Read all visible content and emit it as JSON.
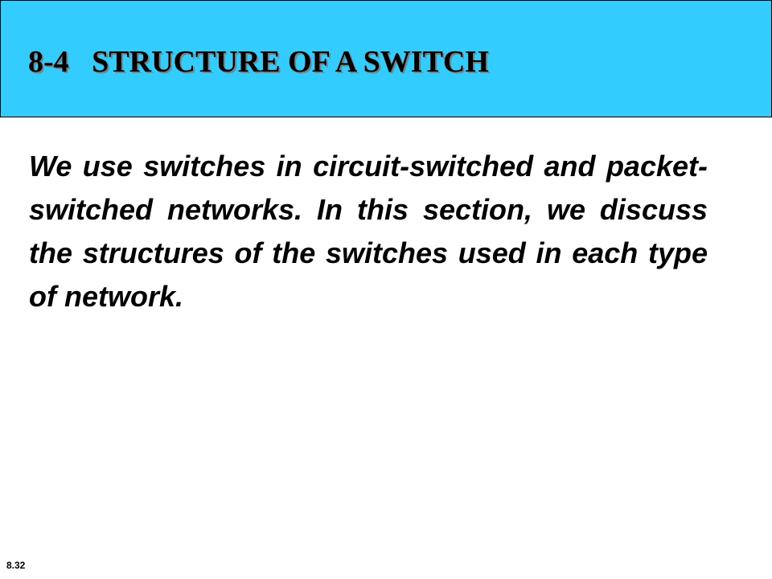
{
  "slide": {
    "title": "8-4   STRUCTURE OF A SWITCH",
    "body": "We use switches in circuit-switched and packet-switched networks. In this section, we discuss the structures of the switches used in each type of network.",
    "slide_number": "8.32"
  },
  "colors": {
    "title_bar": "#33ccff",
    "text": "#000000",
    "background": "#ffffff"
  }
}
